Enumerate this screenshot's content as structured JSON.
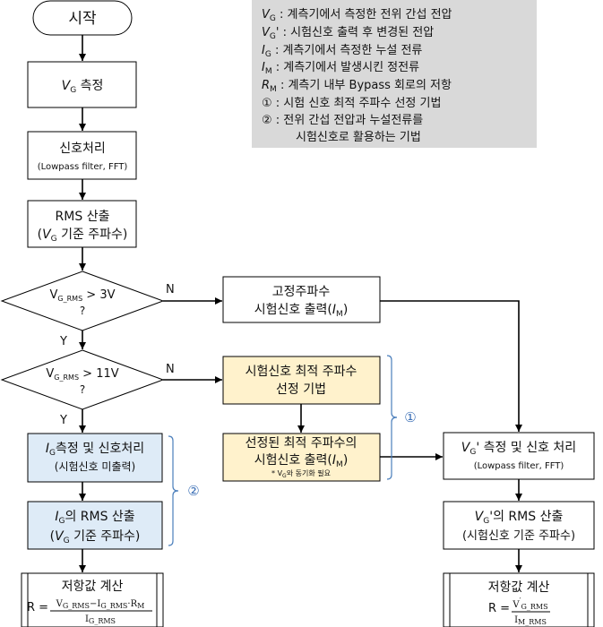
{
  "legend": [
    {
      "sym": "V",
      "sub": "G",
      "text": " : 계측기에서 측정한 전위 간섭 전압"
    },
    {
      "sym": "V",
      "sub": "G",
      "prime": "'",
      "text": " : 시험신호 출력 후 변경된 전압"
    },
    {
      "sym": "I",
      "sub": "G",
      "text": " : 계측기에서 측정한 누설 전류"
    },
    {
      "sym": "I",
      "sub": "M",
      "text": " : 계측기에서 발생시킨 정전류"
    },
    {
      "sym": "R",
      "sub": "M",
      "text": " : 계측기 내부 Bypass 회로의 저항"
    },
    {
      "sym": "①",
      "text": " : 시험 신호 최적 주파수 선정 기법"
    },
    {
      "sym": "②",
      "text": " : 전위 간섭 전압과 누설전류를"
    },
    {
      "sym": "",
      "text": "시험신호로 활용하는 기법"
    }
  ],
  "nodes": {
    "start": "시작",
    "vg_measure": {
      "sym": "V",
      "sub": "G",
      "text": " 측정"
    },
    "signal_proc": {
      "line1": "신호처리",
      "line2": "(Lowpass filter,  FFT)"
    },
    "rms_calc": {
      "line1": "RMS 산출",
      "line2_pre": "(",
      "sym": "V",
      "sub": "G",
      "line2_post": " 기준 주파수)"
    },
    "dec1": {
      "label": "V",
      "sub": "G_RMS",
      "rest": " >  3V",
      "q": "?"
    },
    "dec2": {
      "label": "V",
      "sub": "G_RMS",
      "rest": " >  11V",
      "q": "?"
    },
    "fixed_freq": {
      "line1": "고정주파수",
      "line2_pre": "시험신호 출력(",
      "sym": "I",
      "sub": "M",
      "line2_post": ")"
    },
    "opt_freq": {
      "line1": "시험신호 최적 주파수",
      "line2": "선정 기법"
    },
    "opt_out": {
      "line1": "선정된 최적 주파수의",
      "line2_pre": "시험신호 출력(",
      "sym": "I",
      "sub": "M",
      "line2_post": ")",
      "note": "* V",
      "note_sub": "G",
      "note_post": "와 동기화 필요"
    },
    "ig_measure": {
      "sym": "I",
      "sub": "G",
      "line1_post": "측정 및 신호처리",
      "line2": "(시험신호 미출력)"
    },
    "ig_rms": {
      "sym": "I",
      "sub": "G",
      "line1_post": "의 RMS 산출",
      "line2_pre": "(",
      "sym2": "V",
      "sub2": "G",
      "line2_post": " 기준 주파수)"
    },
    "vgp_measure": {
      "sym": "V",
      "sub": "G",
      "prime": "'",
      "line1_post": " 측정 및 신호 처리",
      "line2": "(Lowpass filter,  FFT)"
    },
    "vgp_rms": {
      "sym": "V",
      "sub": "G",
      "prime": "'",
      "line1_post": "의 RMS 산출",
      "line2": "(시험신호 기준 주파수)"
    },
    "res_left": {
      "title": "저항값  계산",
      "r": "R =",
      "num": "V",
      "num_sub": "G_RMS",
      "num_mid": "−I",
      "num_sub2": "G_RMS",
      "num_mid2": "·R",
      "num_sub3": "M",
      "den": "I",
      "den_sub": "G_RMS"
    },
    "res_right": {
      "title": "저항값  계산",
      "r": "R =",
      "num": "V",
      "num_prime": "′",
      "num_sub": "G_RMS",
      "den": "I",
      "den_sub": "M_RMS"
    }
  },
  "edges": {
    "yes": "Y",
    "no": "N"
  },
  "brackets": {
    "one": "①",
    "two": "②"
  },
  "colors": {
    "legend_bg": "#d9d9d9",
    "yellow": "#fff2cc",
    "blue": "#deebf7",
    "bracket": "#4a7ebb"
  }
}
